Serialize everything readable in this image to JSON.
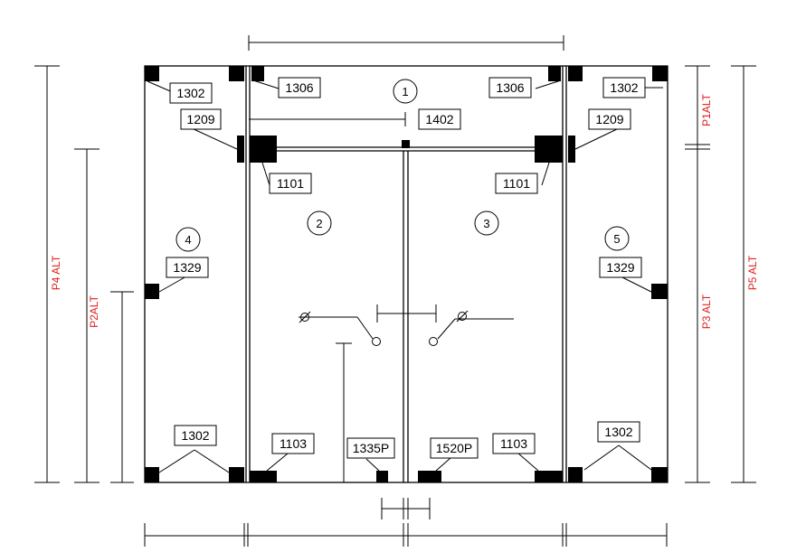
{
  "panels": [
    "1",
    "2",
    "3",
    "4",
    "5"
  ],
  "parts": {
    "p1302_tl": "1302",
    "p1306_l": "1306",
    "p1306_r": "1306",
    "p1302_tr": "1302",
    "p1209_l": "1209",
    "p1402": "1402",
    "p1209_r": "1209",
    "p1101_l": "1101",
    "p1101_r": "1101",
    "p1329_l": "1329",
    "p1329_r": "1329",
    "p1302_bl": "1302",
    "p1302_br": "1302",
    "p1103_l": "1103",
    "p1335P": "1335P",
    "p1520P": "1520P",
    "p1103_r": "1103"
  },
  "dimensions": {
    "p4": "P4 ALT",
    "p2": "P2ALT",
    "p1": "P1ALT",
    "p3": "P3 ALT",
    "p5": "P5 ALT"
  },
  "colors": {
    "line": "#000000",
    "dimension_text": "#e0201b"
  }
}
